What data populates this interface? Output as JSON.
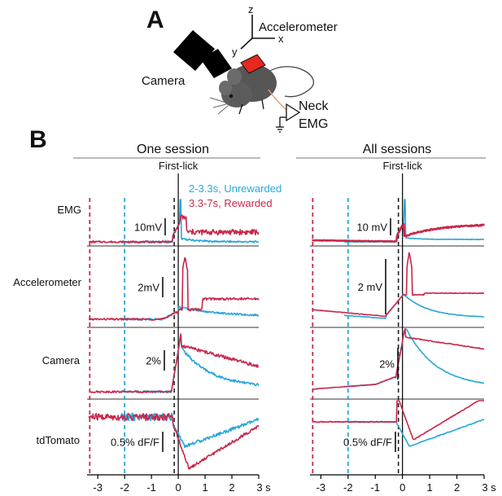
{
  "panel_labels": {
    "a": "A",
    "b": "B"
  },
  "schematic": {
    "axis_z": "z",
    "axis_y": "y",
    "axis_x": "x",
    "accelerometer": "Accelerometer",
    "camera": "Camera",
    "neck": "Neck",
    "emg": "EMG"
  },
  "colors": {
    "unrewarded": "#29a8d8",
    "rewarded": "#c8284c",
    "lick_line": "#222222"
  },
  "chart_data": [
    {
      "type": "line",
      "title": "One session",
      "annotation": "First-lick",
      "legend": [
        "2-3.3s, Unrewarded",
        "3.3-7s, Rewarded"
      ],
      "legend_placement": "top-right",
      "x_ticks": [
        "-3",
        "-2",
        "-1",
        "0",
        "1",
        "2",
        "3"
      ],
      "x_unit": "s",
      "xlim": [
        -3.4,
        3
      ],
      "rows": [
        "EMG",
        "Accelerometer",
        "Camera",
        "tdTomato"
      ],
      "scale_bars": [
        "10mV",
        "2mV",
        "2%",
        "0.5% dF/F"
      ],
      "vlines": {
        "rewarded_start": -3.3,
        "unrewarded_start": -2.0,
        "pre_lick": -0.15,
        "first_lick": 0
      }
    },
    {
      "type": "line",
      "title": "All sessions",
      "annotation": "First-lick",
      "x_ticks": [
        "-3",
        "-2",
        "-1",
        "0",
        "1",
        "2",
        "3"
      ],
      "x_unit": "s",
      "xlim": [
        -3.4,
        3
      ],
      "rows": [
        "EMG",
        "Accelerometer",
        "Camera",
        "tdTomato"
      ],
      "scale_bars": [
        "10 mV",
        "2 mV",
        "2%",
        "0.5% dF/F"
      ],
      "vlines": {
        "rewarded_start": -3.3,
        "unrewarded_start": -2.0,
        "pre_lick": -0.15,
        "first_lick": 0
      }
    }
  ]
}
